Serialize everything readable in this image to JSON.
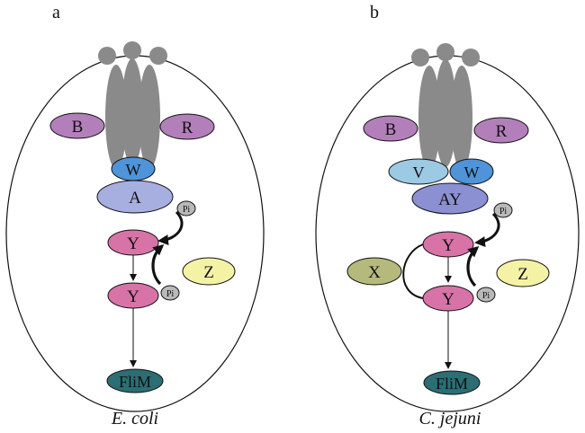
{
  "panels": [
    {
      "id": "a",
      "panel_label": "a",
      "caption": "E. coli",
      "proteins": {
        "B": "B",
        "R": "R",
        "W": "W",
        "A": "A",
        "Y": "Y",
        "Yp": "Y",
        "Z": "Z",
        "FliM": "FliM"
      },
      "phosphate_labels": {
        "A": "Pi",
        "Y": "Pi"
      }
    },
    {
      "id": "b",
      "panel_label": "b",
      "caption": "C. jejuni",
      "proteins": {
        "B": "B",
        "R": "R",
        "V": "V",
        "W": "W",
        "AY": "AY",
        "Y": "Y",
        "Yp": "Y",
        "X": "X",
        "Z": "Z",
        "FliM": "FliM"
      },
      "phosphate_labels": {
        "AY": "Pi",
        "Y": "Pi"
      }
    }
  ],
  "colors": {
    "receptor": "#8a8a8a",
    "B": "#b37fba",
    "R": "#b37fba",
    "W": "#4f94d9",
    "V": "#9cc9e3",
    "A": "#a7aee0",
    "AY": "#8b90d2",
    "Y": "#d873a8",
    "Z": "#f4f3a5",
    "X": "#b5b97c",
    "FliM": "#2b6e74",
    "phosphate": "#b9b9b9"
  }
}
